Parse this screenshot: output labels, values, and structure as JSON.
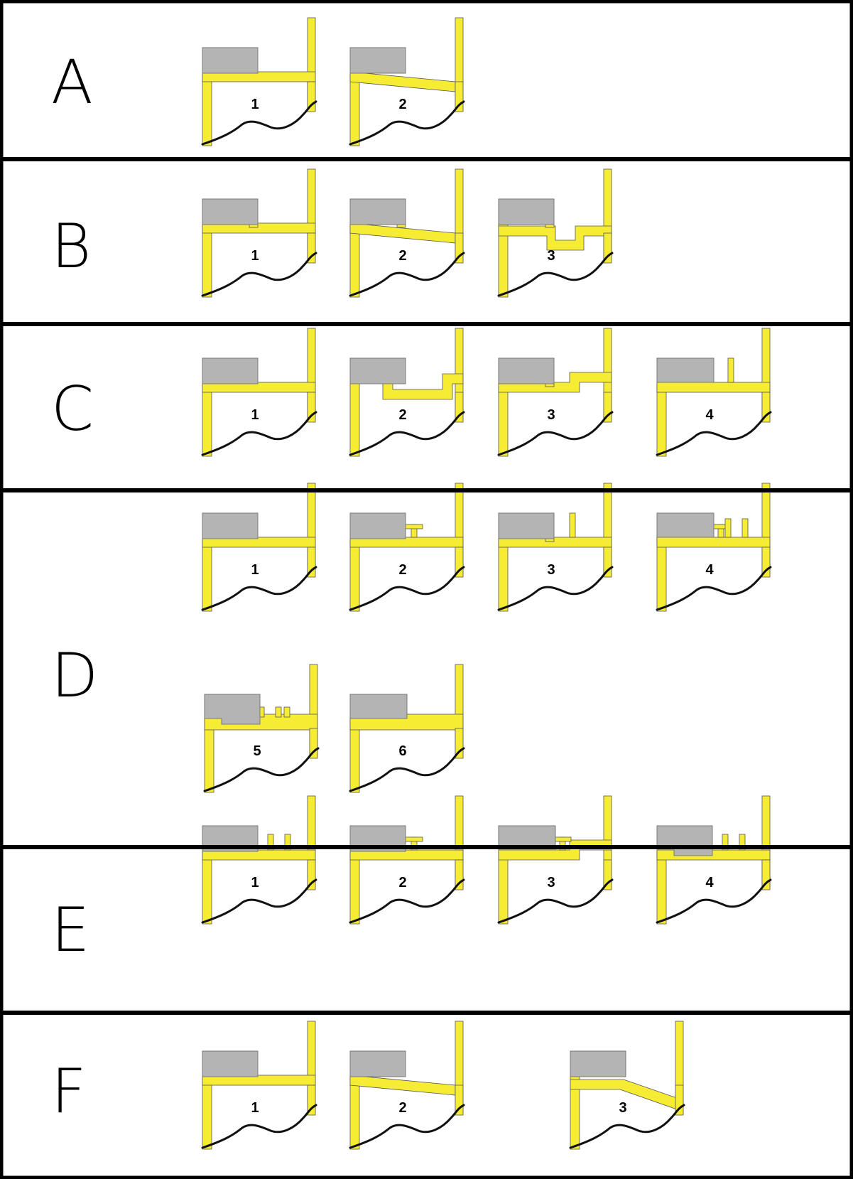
{
  "colors": {
    "profile": "#f5ec33",
    "profile_outline": "#555555",
    "block": "#b4b4b4",
    "block_outline": "#777777",
    "grid_line": "#000000",
    "background": "#ffffff"
  },
  "rows": [
    {
      "letter": "A",
      "profiles": [
        {
          "number": "1",
          "wall": "flat",
          "block": "normal",
          "features": []
        },
        {
          "number": "2",
          "wall": "sloped",
          "block": "normal",
          "features": []
        }
      ]
    },
    {
      "letter": "B",
      "profiles": [
        {
          "number": "1",
          "wall": "flat",
          "block": "normal",
          "features": [
            "support"
          ]
        },
        {
          "number": "2",
          "wall": "sloped",
          "block": "normal",
          "features": [
            "support"
          ]
        },
        {
          "number": "3",
          "wall": "trough",
          "block": "normal",
          "features": [
            "support"
          ]
        }
      ]
    },
    {
      "letter": "C",
      "profiles": [
        {
          "number": "1",
          "wall": "flat",
          "block": "normal",
          "features": [
            "tslot"
          ]
        },
        {
          "number": "2",
          "wall": "ushelf",
          "block": "normal",
          "features": []
        },
        {
          "number": "3",
          "wall": "step",
          "block": "normal",
          "features": [
            "support"
          ]
        },
        {
          "number": "4",
          "wall": "flat",
          "block": "wide",
          "features": [
            "tslot",
            "fin"
          ]
        }
      ]
    },
    {
      "letter": "D",
      "profiles": [
        {
          "number": "1",
          "wall": "flat",
          "block": "normal",
          "features": [
            "hook"
          ]
        },
        {
          "number": "2",
          "wall": "flat",
          "block": "normal",
          "features": [
            "tstem"
          ]
        },
        {
          "number": "3",
          "wall": "flat",
          "block": "normal",
          "features": [
            "support",
            "fin",
            "lug"
          ]
        },
        {
          "number": "4",
          "wall": "flat",
          "block": "wide",
          "features": [
            "fins3",
            "tstem"
          ]
        },
        {
          "number": "5",
          "wall": "thick",
          "block": "lshape",
          "features": [
            "tslot2"
          ]
        },
        {
          "number": "6",
          "wall": "thick",
          "block": "wide",
          "features": [
            "tslot"
          ]
        }
      ]
    },
    {
      "letter": "E",
      "profiles": [
        {
          "number": "1",
          "wall": "flat",
          "block": "normal",
          "features": [
            "fins2"
          ]
        },
        {
          "number": "2",
          "wall": "flat",
          "block": "normal",
          "features": [
            "tstem",
            "hook"
          ]
        },
        {
          "number": "3",
          "wall": "step",
          "block": "wide",
          "features": [
            "tstem"
          ]
        },
        {
          "number": "4",
          "wall": "flat",
          "block": "lshape",
          "features": [
            "fins2"
          ]
        }
      ]
    },
    {
      "letter": "F",
      "profiles": [
        {
          "number": "1",
          "wall": "flat",
          "block": "normal",
          "features": [
            "hook"
          ]
        },
        {
          "number": "2",
          "wall": "sloped",
          "block": "normal",
          "features": [
            "hook"
          ]
        },
        {
          "number": "3",
          "wall": "diagonal",
          "block": "normal",
          "features": [
            "hook"
          ]
        }
      ]
    }
  ]
}
